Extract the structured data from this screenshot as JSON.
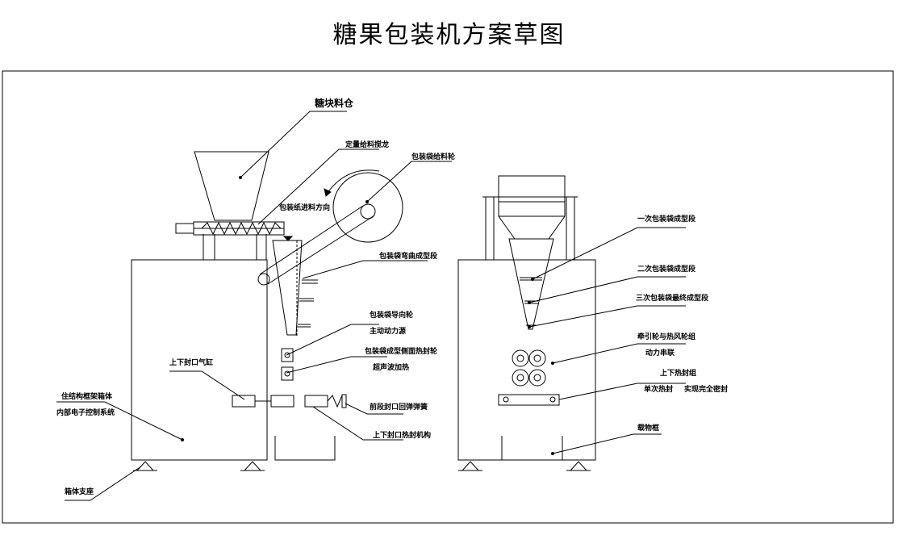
{
  "title": "糖果包装机方案草图",
  "labels": {
    "hopper": "糖块料仓",
    "dosing_auger": "定量给料搅龙",
    "film_roll": "包装袋给料轮",
    "film_feed_direction": "包装纸进料方向",
    "bend_forming": "包装袋弯曲成型段",
    "guide_wheel": "包装袋导向轮",
    "main_power": "主动动力源",
    "side_heat_wheel": "包装袋成型侧面热封轮",
    "ultrasonic": "超声波加热",
    "cylinder": "上下封口气缸",
    "frame_box": "住结构框架箱体",
    "control_system": "内部电子控制系统",
    "spring": "前段封口回弹弹簧",
    "heat_seal_mech": "上下封口热封机构",
    "box_stand": "箱体支座",
    "stage1": "一次包装袋成型段",
    "stage2": "二次包装袋成型段",
    "stage3": "三次包装袋最终成型段",
    "traction_group": "牵引轮与热风轮组",
    "power_link": "动力串联",
    "top_bottom_seal": "上下热封组",
    "single_seal": "单次热封",
    "full_seal": "实现完全密封",
    "collector": "载物框"
  }
}
